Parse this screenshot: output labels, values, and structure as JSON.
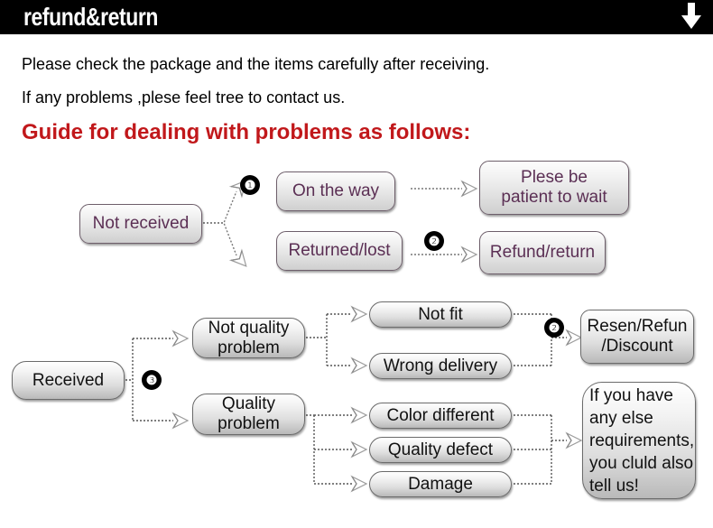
{
  "header": {
    "title": "refund&return",
    "arrow_icon": "down-arrow-icon"
  },
  "intro": {
    "line1": "Please check the package and the items carefully after receiving.",
    "line2": "If any problems ,plese feel tree to contact us.",
    "heading": "Guide for dealing with problems as follows:"
  },
  "colors": {
    "header_bg": "#000000",
    "heading_red": "#c1181b",
    "node_text_purple": "#5b2f54",
    "node_text_black": "#111111",
    "node_border": "#6e5f6b"
  },
  "flow_top": {
    "start": "Not received",
    "branch_a": "On the way",
    "branch_b": "Returned/lost",
    "result_a": "Plese be\npatient to wait",
    "result_b": "Refund/return",
    "marker_1": "❶",
    "marker_2": "❷"
  },
  "flow_bottom": {
    "start": "Received",
    "marker_3": "❸",
    "marker_2": "❷",
    "category_a": "Not quality\nproblem",
    "category_b": "Quality\nproblem",
    "issues_a": [
      "Not fit",
      "Wrong delivery"
    ],
    "issues_b": [
      "Color different",
      "Quality defect",
      "Damage"
    ],
    "result_a": "Resen/Refun\n/Discount",
    "result_b": "If you have\nany else\nrequirements,\nyou cluld also\ntell us!"
  }
}
